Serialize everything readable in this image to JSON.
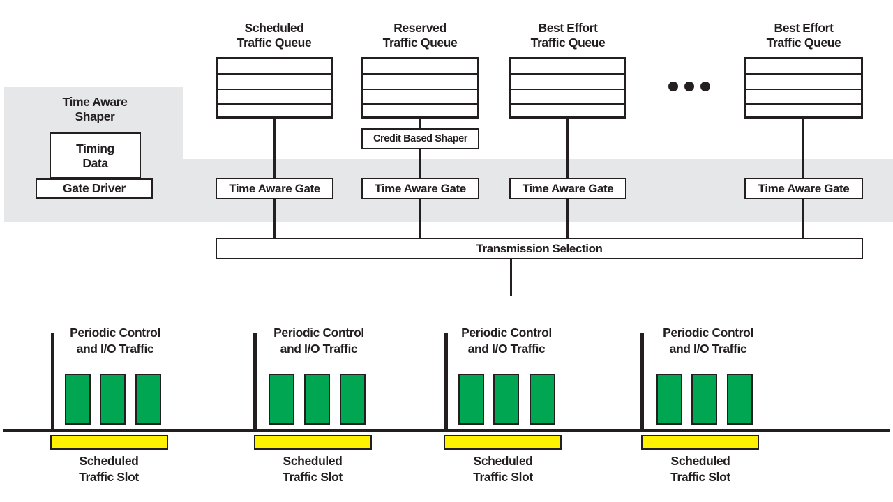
{
  "shaper": {
    "title_line1": "Time Aware",
    "title_line2": "Shaper",
    "timing_line1": "Timing",
    "timing_line2": "Data",
    "gate_driver": "Gate Driver"
  },
  "queues": [
    {
      "line1": "Scheduled",
      "line2": "Traffic Queue"
    },
    {
      "line1": "Reserved",
      "line2": "Traffic Queue"
    },
    {
      "line1": "Best Effort",
      "line2": "Traffic Queue"
    },
    {
      "line1": "Best Effort",
      "line2": "Traffic Queue"
    }
  ],
  "credit_based_shaper": "Credit Based Shaper",
  "gate_label": "Time Aware Gate",
  "transmission_selection": "Transmission Selection",
  "ellipsis": "",
  "timeline": {
    "groups": [
      {
        "top1": "Periodic Control",
        "top2": "and I/O Traffic",
        "slot1": "Scheduled",
        "slot2": "Traffic Slot"
      },
      {
        "top1": "Periodic Control",
        "top2": "and I/O Traffic",
        "slot1": "Scheduled",
        "slot2": "Traffic Slot"
      },
      {
        "top1": "Periodic Control",
        "top2": "and I/O Traffic",
        "slot1": "Scheduled",
        "slot2": "Traffic Slot"
      },
      {
        "top1": "Periodic Control",
        "top2": "and I/O Traffic",
        "slot1": "Scheduled",
        "slot2": "Traffic Slot"
      }
    ]
  },
  "colors": {
    "frame_green": "#00A651",
    "slot_yellow": "#FFF200",
    "shade_gray": "#E6E7E8",
    "ink": "#231F20"
  }
}
